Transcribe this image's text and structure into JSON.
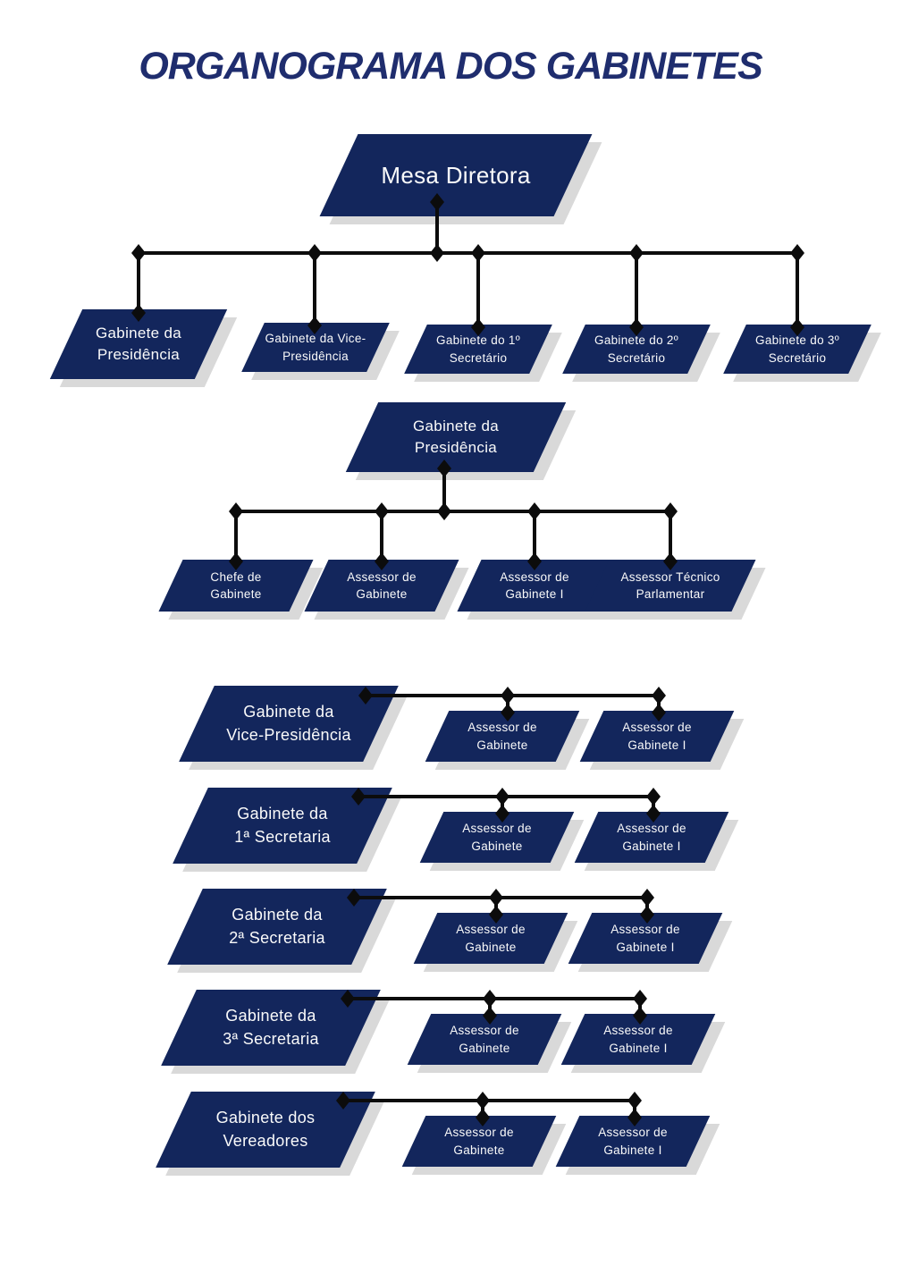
{
  "title": "ORGANOGRAMA DOS GABINETES",
  "palette": {
    "node_fill": "#13265c",
    "node_text": "#fafafa",
    "shadow": "#d9d9d9",
    "connector": "#0c0c0c",
    "title_color": "#1f2d6e",
    "background": "#ffffff"
  },
  "org": {
    "mesa_diretora": {
      "label": "Mesa Diretora"
    },
    "mesa_children": [
      {
        "label": "Gabinete da\nPresidência"
      },
      {
        "label": "Gabinete da Vice-\nPresidência"
      },
      {
        "label": "Gabinete do 1º\nSecretário"
      },
      {
        "label": "Gabinete do 2º\nSecretário"
      },
      {
        "label": "Gabinete do 3º\nSecretário"
      }
    ],
    "presidencia": {
      "root": {
        "label": "Gabinete da\nPresidência"
      },
      "children": [
        {
          "label": "Chefe de\nGabinete"
        },
        {
          "label": "Assessor de\nGabinete"
        },
        {
          "label": "Assessor de\nGabinete I"
        },
        {
          "label": "Assessor Técnico\nParlamentar"
        }
      ]
    },
    "gabinetes": [
      {
        "root": {
          "label": "Gabinete da\nVice-Presidência"
        },
        "children": [
          {
            "label": "Assessor de\nGabinete"
          },
          {
            "label": "Assessor de\nGabinete I"
          }
        ]
      },
      {
        "root": {
          "label": "Gabinete da\n1ª Secretaria"
        },
        "children": [
          {
            "label": "Assessor de\nGabinete"
          },
          {
            "label": "Assessor de\nGabinete I"
          }
        ]
      },
      {
        "root": {
          "label": "Gabinete da\n2ª Secretaria"
        },
        "children": [
          {
            "label": "Assessor de\nGabinete"
          },
          {
            "label": "Assessor de\nGabinete I"
          }
        ]
      },
      {
        "root": {
          "label": "Gabinete da\n3ª Secretaria"
        },
        "children": [
          {
            "label": "Assessor de\nGabinete"
          },
          {
            "label": "Assessor de\nGabinete I"
          }
        ]
      },
      {
        "root": {
          "label": "Gabinete dos\nVereadores"
        },
        "children": [
          {
            "label": "Assessor de\nGabinete"
          },
          {
            "label": "Assessor de\nGabinete I"
          }
        ]
      }
    ]
  }
}
